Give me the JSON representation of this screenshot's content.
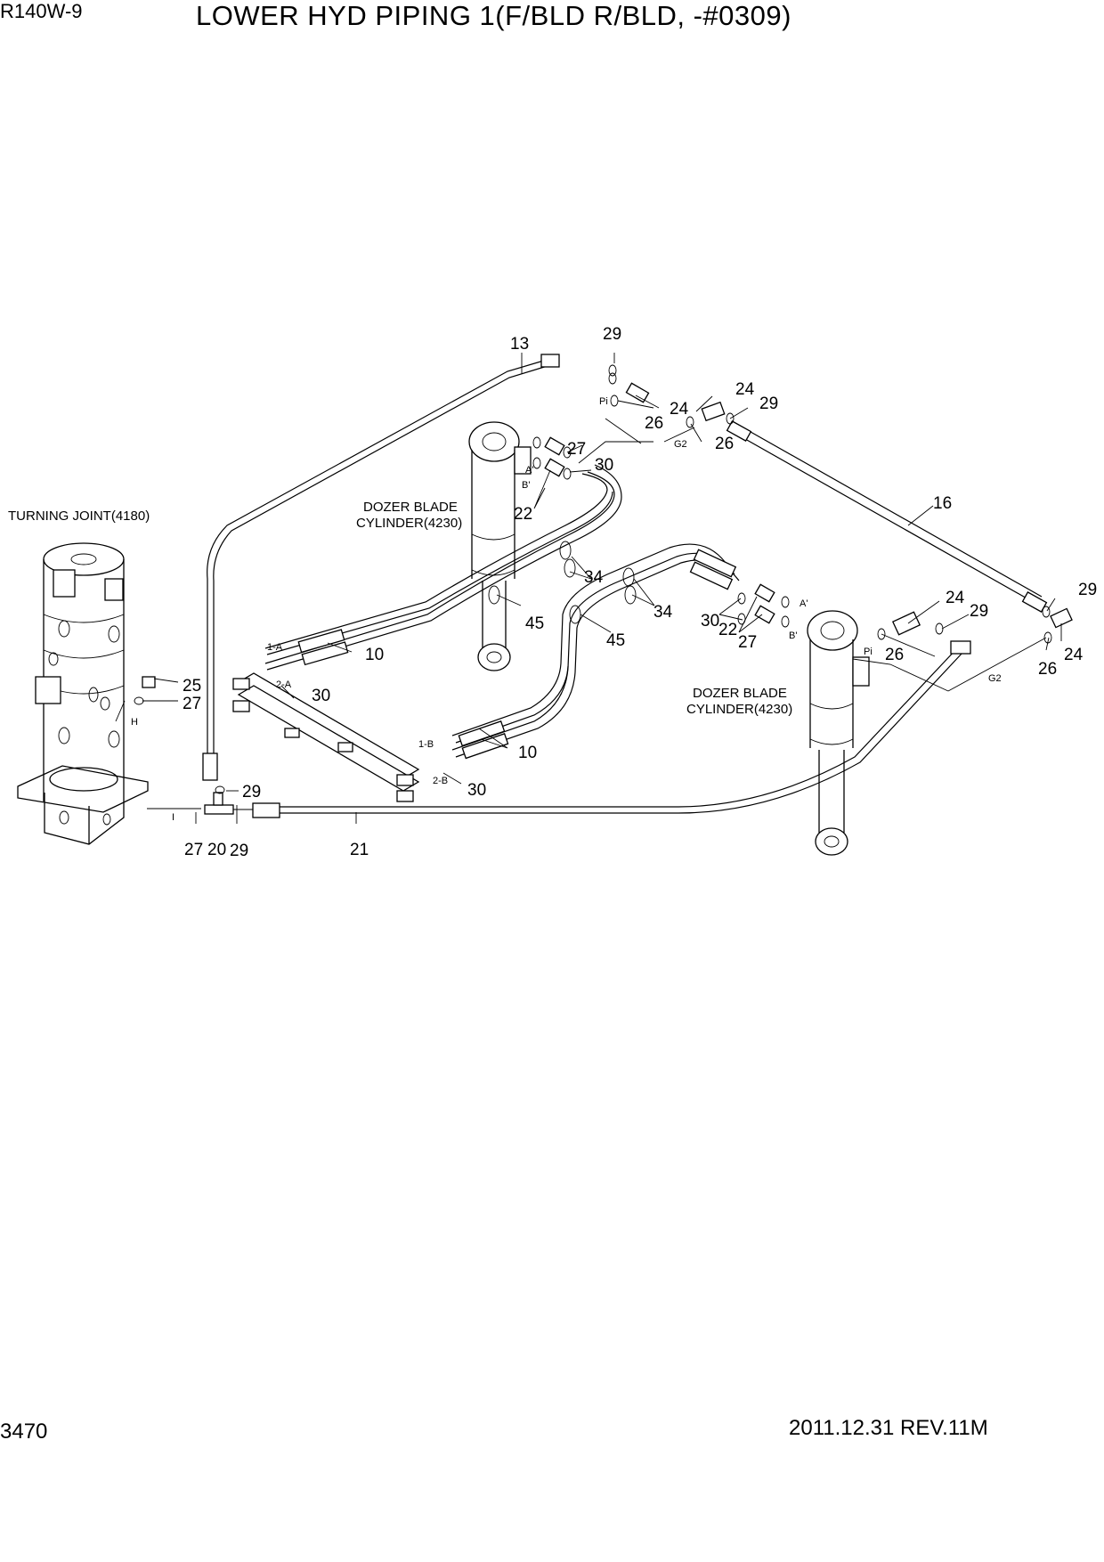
{
  "header": {
    "model": "R140W-9",
    "title": "LOWER HYD PIPING 1(F/BLD R/BLD, -#0309)"
  },
  "footer": {
    "page_number": "3470",
    "revision": "2011.12.31  REV.11M"
  },
  "components": {
    "turning_joint": "TURNING JOINT(4180)",
    "cylinder_1_line1": "DOZER BLADE",
    "cylinder_1_line2": "CYLINDER(4230)",
    "cylinder_2_line1": "DOZER BLADE",
    "cylinder_2_line2": "CYLINDER(4230)"
  },
  "callouts": {
    "c13": "13",
    "c29a": "29",
    "c24a": "24",
    "c26a": "26",
    "c24b": "24",
    "c29b": "29",
    "c26b": "26",
    "c27a": "27",
    "c30a": "30",
    "c22a": "22",
    "c16": "16",
    "c34a": "34",
    "c45a": "45",
    "c10a": "10",
    "c30b": "30",
    "c34b": "34",
    "c30c": "30",
    "c22b": "22",
    "c27b": "27",
    "c45b": "45",
    "c24c": "24",
    "c29c": "29",
    "c26c": "26",
    "c29d": "29",
    "c24d": "24",
    "c26d": "26",
    "c25": "25",
    "c27c": "27",
    "c10b": "10",
    "c30d": "30",
    "c29e": "29",
    "c27d": "27",
    "c20": "20",
    "c29f": "29",
    "c21": "21"
  },
  "port_labels": {
    "pi1": "Pi",
    "g2a": "G2",
    "a1": "A'",
    "b1": "B'",
    "a2": "A'",
    "b2": "B'",
    "pi2": "Pi",
    "g2b": "G2",
    "p1a": "1-A",
    "p2a": "2-A",
    "p1b": "1-B",
    "p2b": "2-B",
    "h": "H",
    "i": "I"
  }
}
